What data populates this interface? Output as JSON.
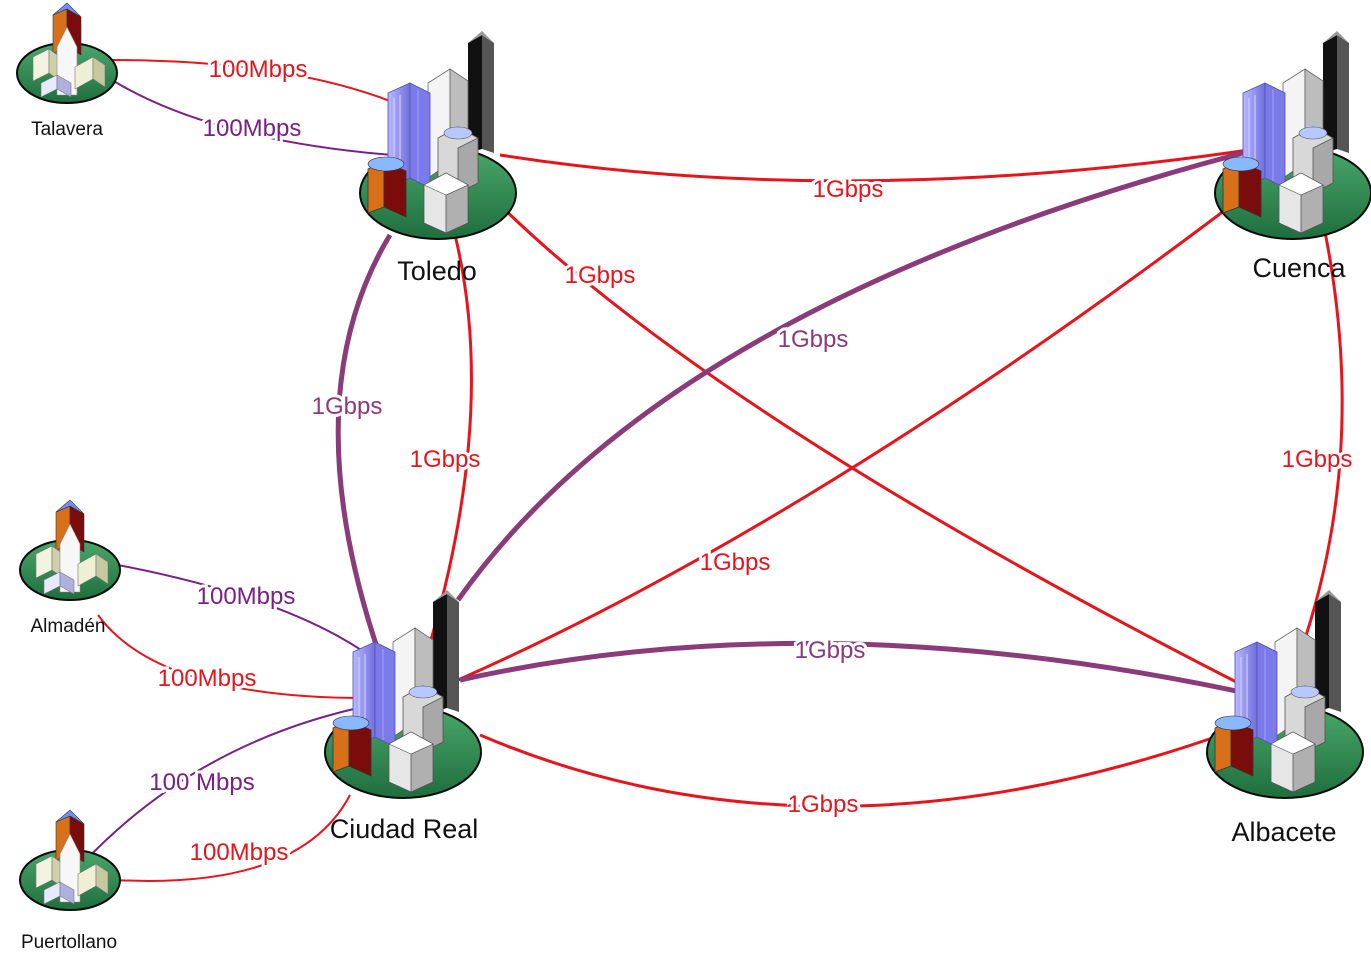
{
  "colors": {
    "red_link": "#e8141c",
    "purple_link": "#7a1f86",
    "purple_trunk": "#8b3a7a",
    "ground": "#2e8a52",
    "building_blue": "#8f8ff5",
    "building_grey": "#d4d4d4",
    "tower_black": "#1a1a1a",
    "building_orange": "#d8701a",
    "building_maroon": "#7a0c0c"
  },
  "nodes": {
    "talavera": {
      "label": "Talavera",
      "type": "small-town"
    },
    "toledo": {
      "label": "Toledo",
      "type": "city"
    },
    "cuenca": {
      "label": "Cuenca",
      "type": "city"
    },
    "almaden": {
      "label": "Almadén",
      "type": "small-town"
    },
    "ciudad_real": {
      "label": "Ciudad Real",
      "type": "city"
    },
    "puertollano": {
      "label": "Puertollano",
      "type": "small-town"
    },
    "albacete": {
      "label": "Albacete",
      "type": "city"
    }
  },
  "links": {
    "talavera_toledo_red": {
      "from": "Talavera",
      "to": "Toledo",
      "label": "100Mbps",
      "color": "red"
    },
    "talavera_toledo_purple": {
      "from": "Talavera",
      "to": "Toledo",
      "label": "100Mbps",
      "color": "purple"
    },
    "toledo_cuenca": {
      "from": "Toledo",
      "to": "Cuenca",
      "label": "1Gbps",
      "color": "red"
    },
    "toledo_albacete": {
      "from": "Toledo",
      "to": "Albacete",
      "label": "1Gbps",
      "color": "red"
    },
    "cuenca_ciudadreal_purple": {
      "from": "Cuenca",
      "to": "Ciudad Real",
      "label": "1Gbps",
      "color": "purple"
    },
    "toledo_ciudadreal_purple": {
      "from": "Toledo",
      "to": "Ciudad Real",
      "label": "1Gbps",
      "color": "purple"
    },
    "toledo_ciudadreal_red": {
      "from": "Toledo",
      "to": "Ciudad Real",
      "label": "1Gbps",
      "color": "red"
    },
    "cuenca_albacete": {
      "from": "Cuenca",
      "to": "Albacete",
      "label": "1Gbps",
      "color": "red"
    },
    "cuenca_ciudadreal_red": {
      "from": "Cuenca",
      "to": "Ciudad Real",
      "label": "1Gbps",
      "color": "red"
    },
    "almaden_ciudadreal_purple": {
      "from": "Almadén",
      "to": "Ciudad Real",
      "label": "100Mbps",
      "color": "purple"
    },
    "almaden_ciudadreal_red": {
      "from": "Almadén",
      "to": "Ciudad Real",
      "label": "100Mbps",
      "color": "red"
    },
    "ciudadreal_albacete_purple": {
      "from": "Ciudad Real",
      "to": "Albacete",
      "label": "1Gbps",
      "color": "purple"
    },
    "puertollano_ciudadreal_purple": {
      "from": "Puertollano",
      "to": "Ciudad Real",
      "label": "100 Mbps",
      "color": "purple"
    },
    "puertollano_ciudadreal_red": {
      "from": "Puertollano",
      "to": "Ciudad Real",
      "label": "100Mbps",
      "color": "red"
    },
    "ciudadreal_albacete_red": {
      "from": "Ciudad Real",
      "to": "Albacete",
      "label": "1Gbps",
      "color": "red"
    }
  }
}
